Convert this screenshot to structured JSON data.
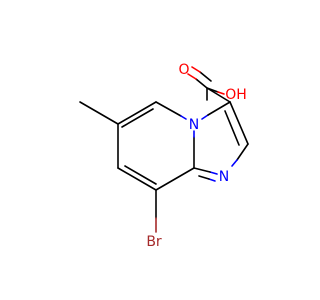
{
  "molecule": {
    "atoms": {
      "oxygen_carbonyl": "O",
      "hydroxyl": "OH",
      "nitrogen_bridge": "N",
      "nitrogen_ring": "N",
      "bromine": "Br"
    },
    "colors": {
      "bond": "#000000",
      "oxygen": "#ff0000",
      "nitrogen": "#0000ff",
      "bromine": "#a52a2a",
      "background": "#ffffff"
    }
  }
}
